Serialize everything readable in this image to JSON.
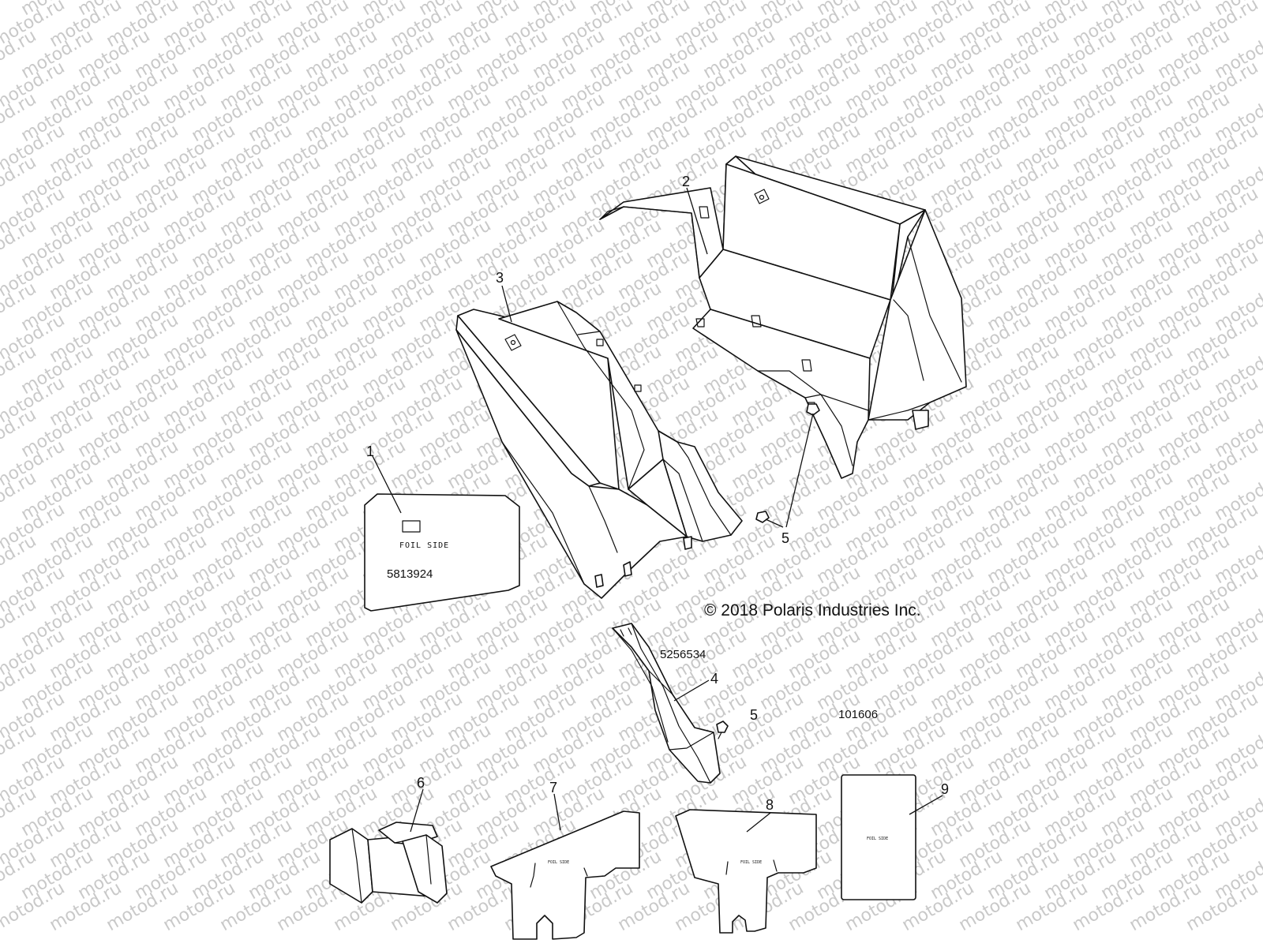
{
  "watermark": {
    "text": "motod.ru"
  },
  "copyright": "© 2018 Polaris Industries Inc.",
  "figure_number": "101606",
  "callouts": [
    "1",
    "2",
    "3",
    "4",
    "5",
    "5",
    "6",
    "7",
    "8",
    "9"
  ],
  "part_numbers": {
    "insulation_sheet": "5813924",
    "heat_shield": "5256534"
  },
  "foil_label": "FOIL SIDE",
  "colors": {
    "line": "#111111",
    "watermark": "#c9c9c9",
    "background": "#ffffff"
  }
}
